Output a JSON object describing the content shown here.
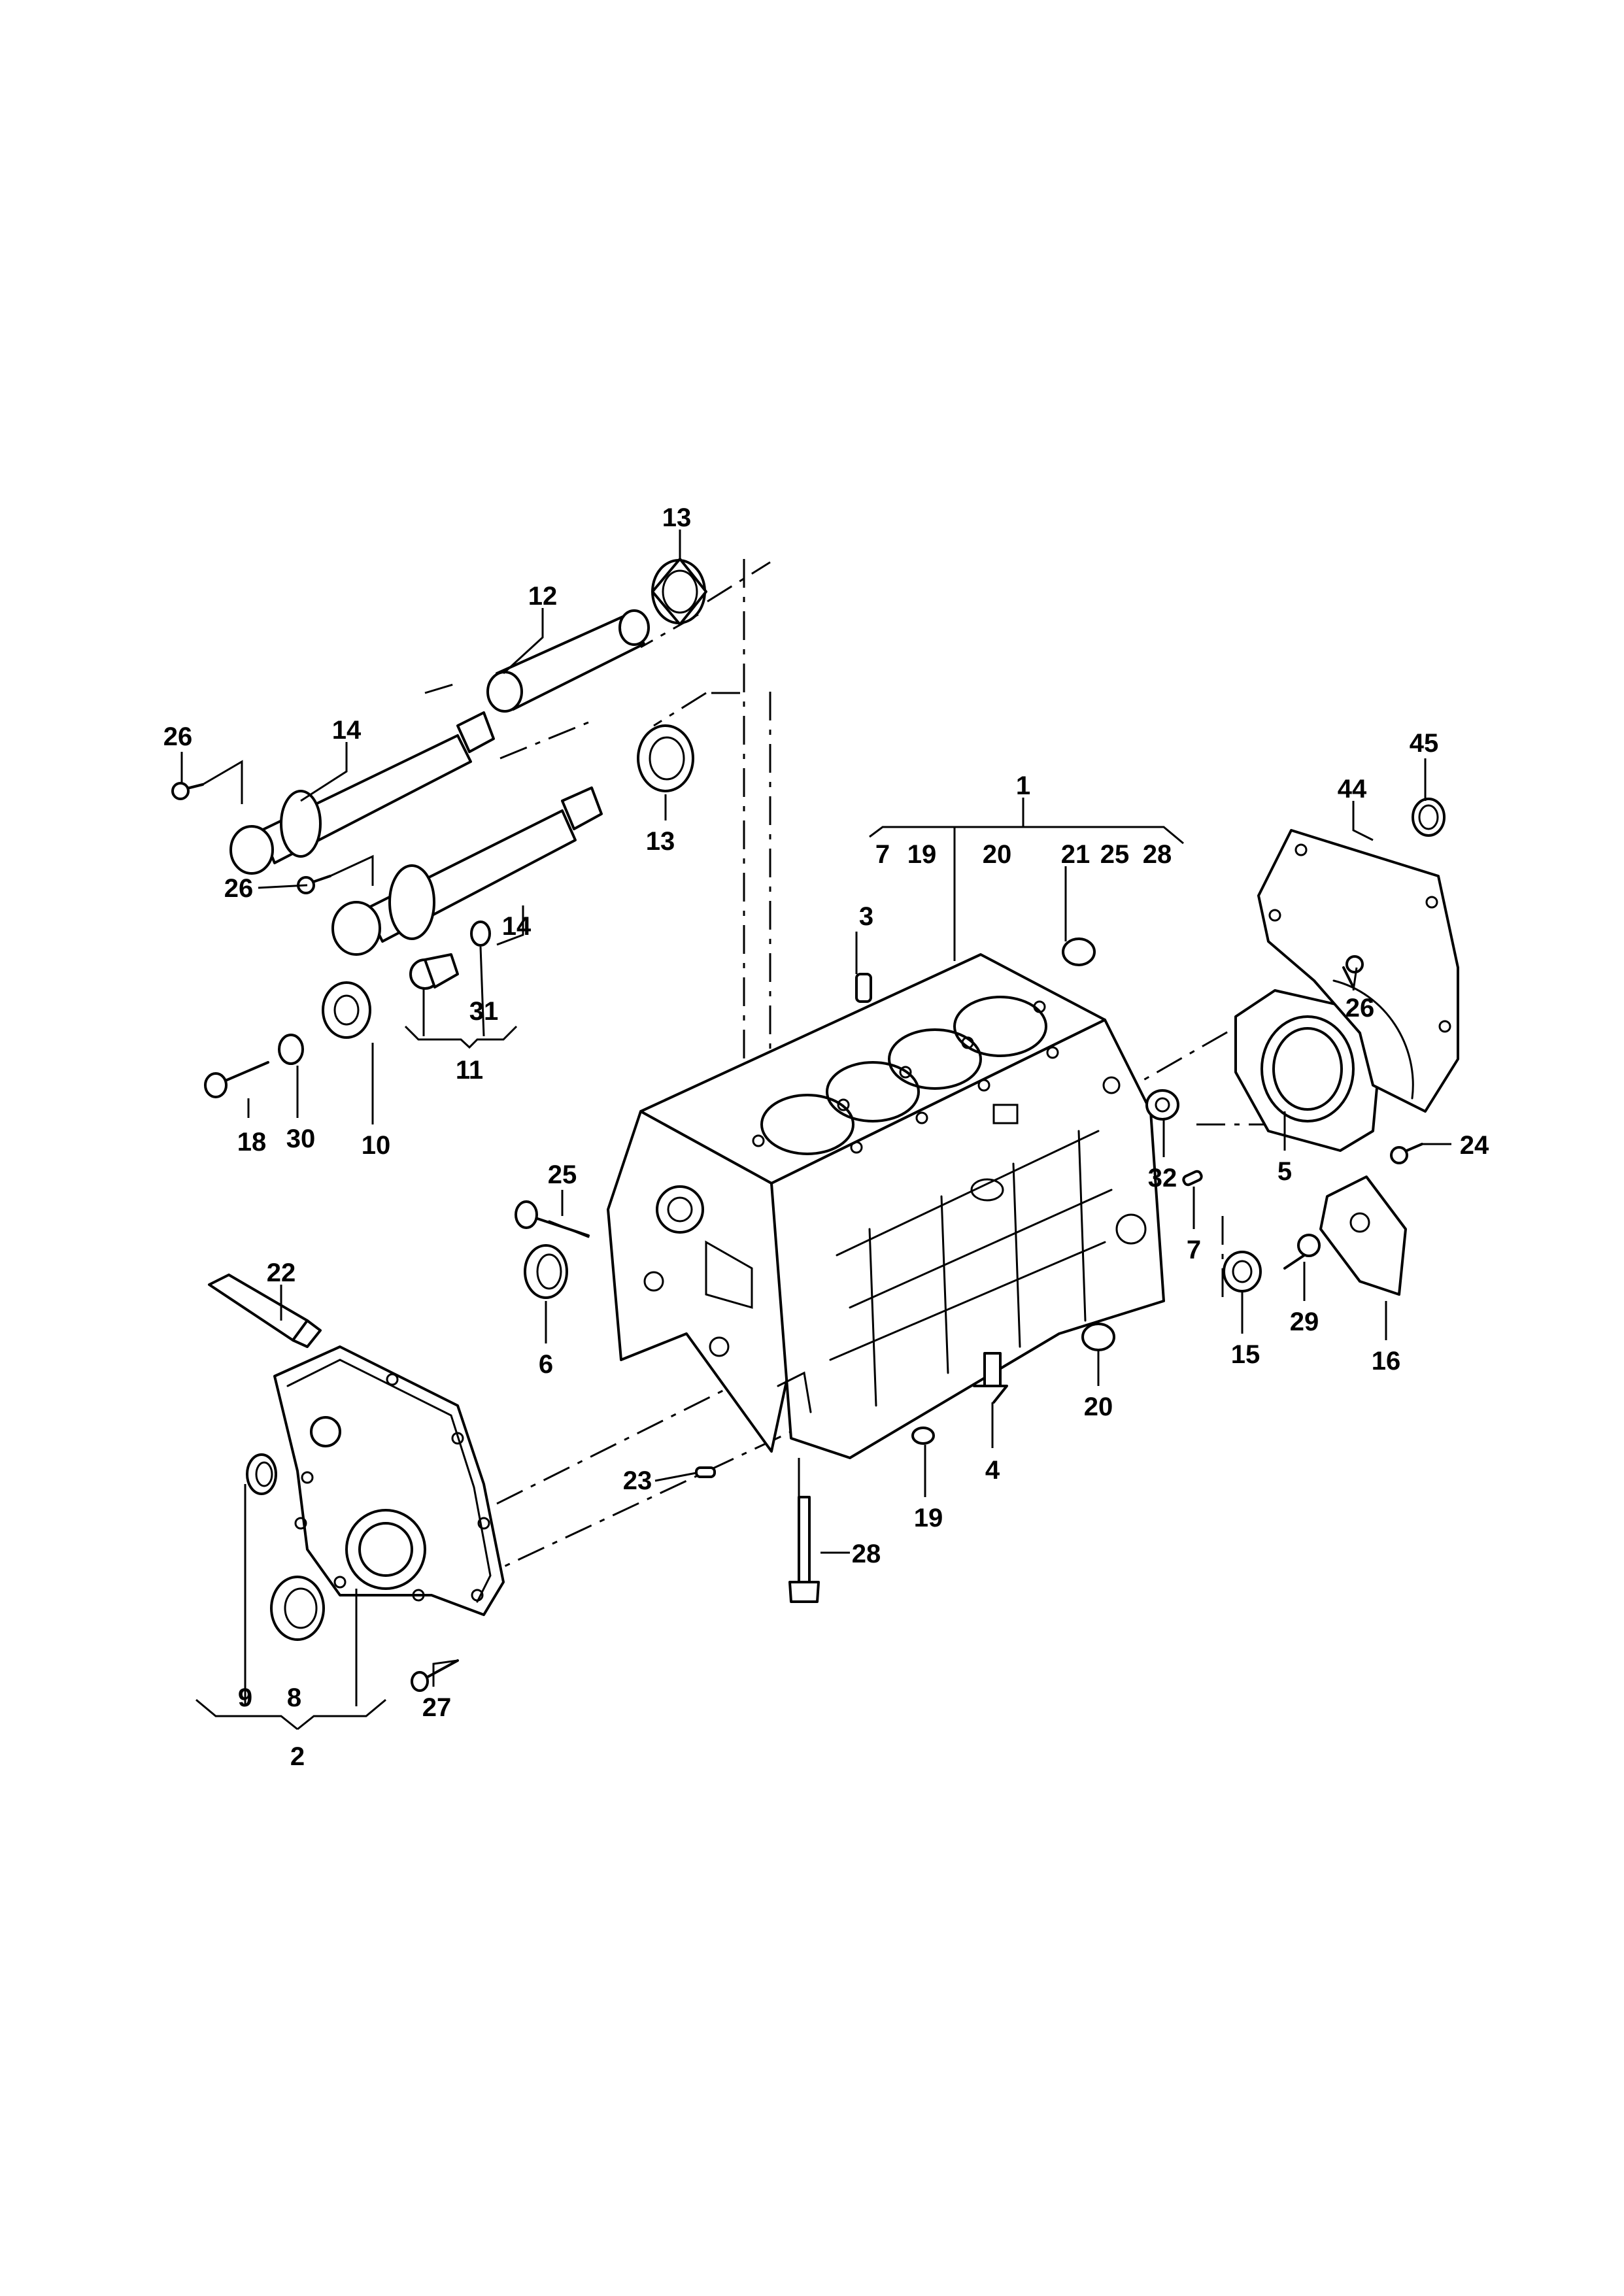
{
  "diagram": {
    "callouts": [
      {
        "id": "c1",
        "label": "1"
      },
      {
        "id": "c1a",
        "label": "7"
      },
      {
        "id": "c1b",
        "label": "19"
      },
      {
        "id": "c1c",
        "label": "20"
      },
      {
        "id": "c1d",
        "label": "21"
      },
      {
        "id": "c1e",
        "label": "25"
      },
      {
        "id": "c1f",
        "label": "28"
      },
      {
        "id": "c2",
        "label": "2"
      },
      {
        "id": "c2a",
        "label": "9"
      },
      {
        "id": "c2b",
        "label": "8"
      },
      {
        "id": "c3",
        "label": "3"
      },
      {
        "id": "c4",
        "label": "4"
      },
      {
        "id": "c5",
        "label": "5"
      },
      {
        "id": "c6",
        "label": "6"
      },
      {
        "id": "c7",
        "label": "7"
      },
      {
        "id": "c10",
        "label": "10"
      },
      {
        "id": "c11",
        "label": "11"
      },
      {
        "id": "c12",
        "label": "12"
      },
      {
        "id": "c13a",
        "label": "13"
      },
      {
        "id": "c13b",
        "label": "13"
      },
      {
        "id": "c14a",
        "label": "14"
      },
      {
        "id": "c14b",
        "label": "14"
      },
      {
        "id": "c15",
        "label": "15"
      },
      {
        "id": "c16",
        "label": "16"
      },
      {
        "id": "c18",
        "label": "18"
      },
      {
        "id": "c19",
        "label": "19"
      },
      {
        "id": "c20",
        "label": "20"
      },
      {
        "id": "c22",
        "label": "22"
      },
      {
        "id": "c23",
        "label": "23"
      },
      {
        "id": "c24",
        "label": "24"
      },
      {
        "id": "c25",
        "label": "25"
      },
      {
        "id": "c26a",
        "label": "26"
      },
      {
        "id": "c26b",
        "label": "26"
      },
      {
        "id": "c26c",
        "label": "26"
      },
      {
        "id": "c27",
        "label": "27"
      },
      {
        "id": "c28",
        "label": "28"
      },
      {
        "id": "c29",
        "label": "29"
      },
      {
        "id": "c30",
        "label": "30"
      },
      {
        "id": "c31",
        "label": "31"
      },
      {
        "id": "c32",
        "label": "32"
      },
      {
        "id": "c44",
        "label": "44"
      },
      {
        "id": "c45",
        "label": "45"
      }
    ]
  }
}
